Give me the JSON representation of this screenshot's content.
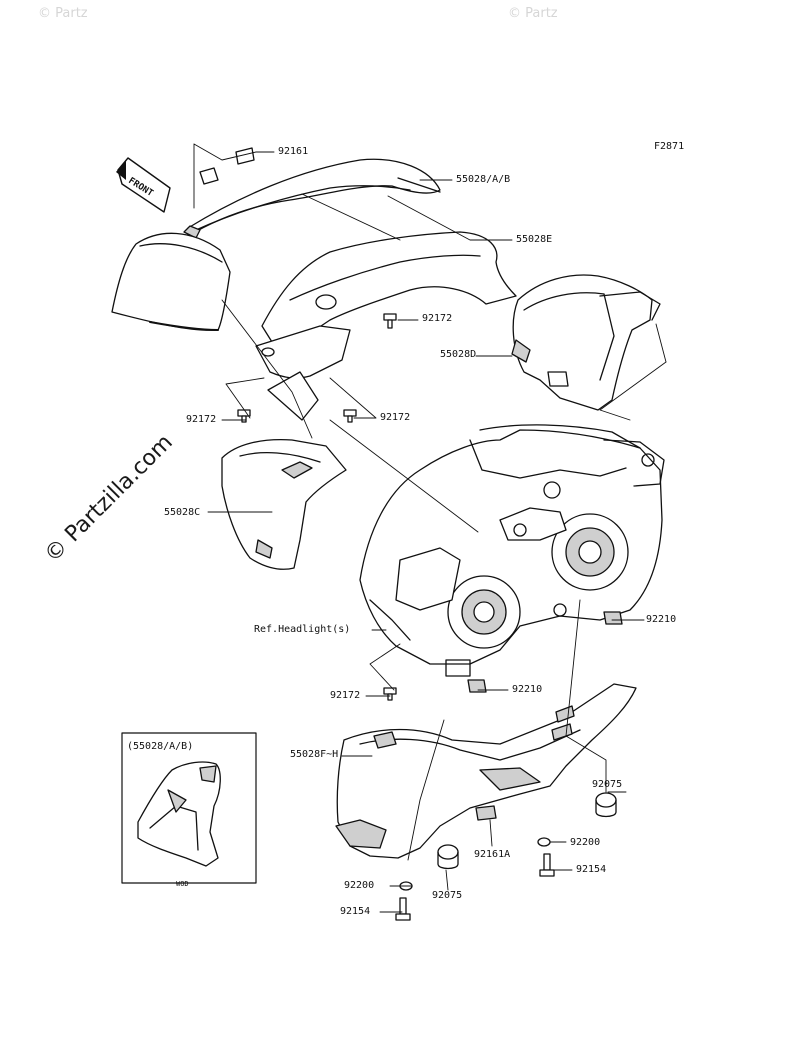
{
  "watermark": {
    "text": "© Partzilla.com",
    "faint_text": "© Partz"
  },
  "figure_code": "F2871",
  "direction": {
    "front_label": "FRONT"
  },
  "inset": {
    "title": "(55028/A/B)",
    "note": "WOD"
  },
  "callouts": [
    {
      "id": "92161",
      "label": "92161"
    },
    {
      "id": "55028AB",
      "label": "55028/A/B"
    },
    {
      "id": "55028E",
      "label": "55028E"
    },
    {
      "id": "92172a",
      "label": "92172"
    },
    {
      "id": "55028D",
      "label": "55028D"
    },
    {
      "id": "92172b",
      "label": "92172"
    },
    {
      "id": "92172c",
      "label": "92172"
    },
    {
      "id": "55028C",
      "label": "55028C"
    },
    {
      "id": "92210a",
      "label": "92210"
    },
    {
      "id": "refhl",
      "label": "Ref.Headlight(s)"
    },
    {
      "id": "92210b",
      "label": "92210"
    },
    {
      "id": "92172d",
      "label": "92172"
    },
    {
      "id": "55028FH",
      "label": "55028F~H"
    },
    {
      "id": "92075a",
      "label": "92075"
    },
    {
      "id": "92200a",
      "label": "92200"
    },
    {
      "id": "92161A",
      "label": "92161A"
    },
    {
      "id": "92154a",
      "label": "92154"
    },
    {
      "id": "92200b",
      "label": "92200"
    },
    {
      "id": "92075b",
      "label": "92075"
    },
    {
      "id": "92154b",
      "label": "92154"
    }
  ],
  "colors": {
    "line": "#111111",
    "shade": "#cfcfcf",
    "watermark": "#d6d6d6"
  }
}
